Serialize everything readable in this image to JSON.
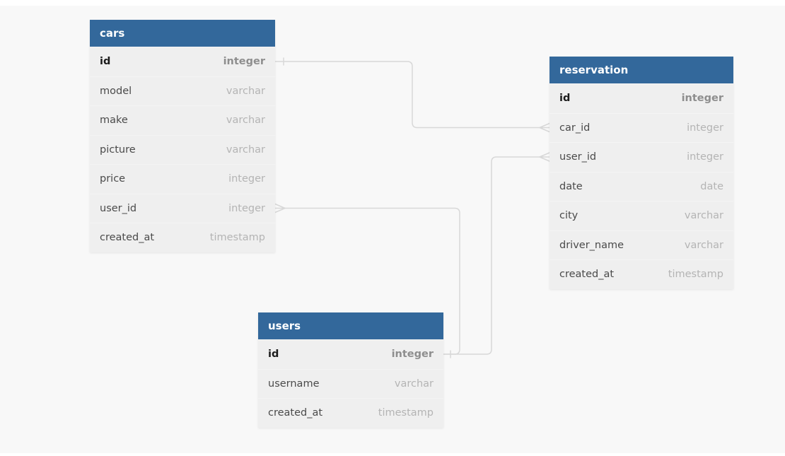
{
  "colors": {
    "canvas_bg": "#f8f8f8",
    "edge_strip": "#ffffff",
    "table_header_bg": "#33689b",
    "table_header_text": "#ffffff",
    "table_body_bg": "#efefef",
    "field_name": "#4a4a4a",
    "field_name_pk": "#1c1c1c",
    "field_type": "#b4b4b4",
    "field_type_pk": "#8e8e8e",
    "relation_line": "#d8d8d8"
  },
  "tables": [
    {
      "name": "cars",
      "fields": [
        {
          "name": "id",
          "type": "integer",
          "pk": true
        },
        {
          "name": "model",
          "type": "varchar"
        },
        {
          "name": "make",
          "type": "varchar"
        },
        {
          "name": "picture",
          "type": "varchar"
        },
        {
          "name": "price",
          "type": "integer"
        },
        {
          "name": "user_id",
          "type": "integer"
        },
        {
          "name": "created_at",
          "type": "timestamp"
        }
      ]
    },
    {
      "name": "reservation",
      "fields": [
        {
          "name": "id",
          "type": "integer",
          "pk": true
        },
        {
          "name": "car_id",
          "type": "integer"
        },
        {
          "name": "user_id",
          "type": "integer"
        },
        {
          "name": "date",
          "type": "date"
        },
        {
          "name": "city",
          "type": "varchar"
        },
        {
          "name": "driver_name",
          "type": "varchar"
        },
        {
          "name": "created_at",
          "type": "timestamp"
        }
      ]
    },
    {
      "name": "users",
      "fields": [
        {
          "name": "id",
          "type": "integer",
          "pk": true
        },
        {
          "name": "username",
          "type": "varchar"
        },
        {
          "name": "created_at",
          "type": "timestamp"
        }
      ]
    }
  ],
  "relationships": [
    {
      "from": "cars.id",
      "to": "reservation.car_id",
      "from_cardinality": "one",
      "to_cardinality": "many"
    },
    {
      "from": "cars.user_id",
      "to": "users.id",
      "from_cardinality": "many",
      "to_cardinality": "one"
    },
    {
      "from": "users.id",
      "to": "reservation.user_id",
      "from_cardinality": "one",
      "to_cardinality": "many"
    }
  ]
}
